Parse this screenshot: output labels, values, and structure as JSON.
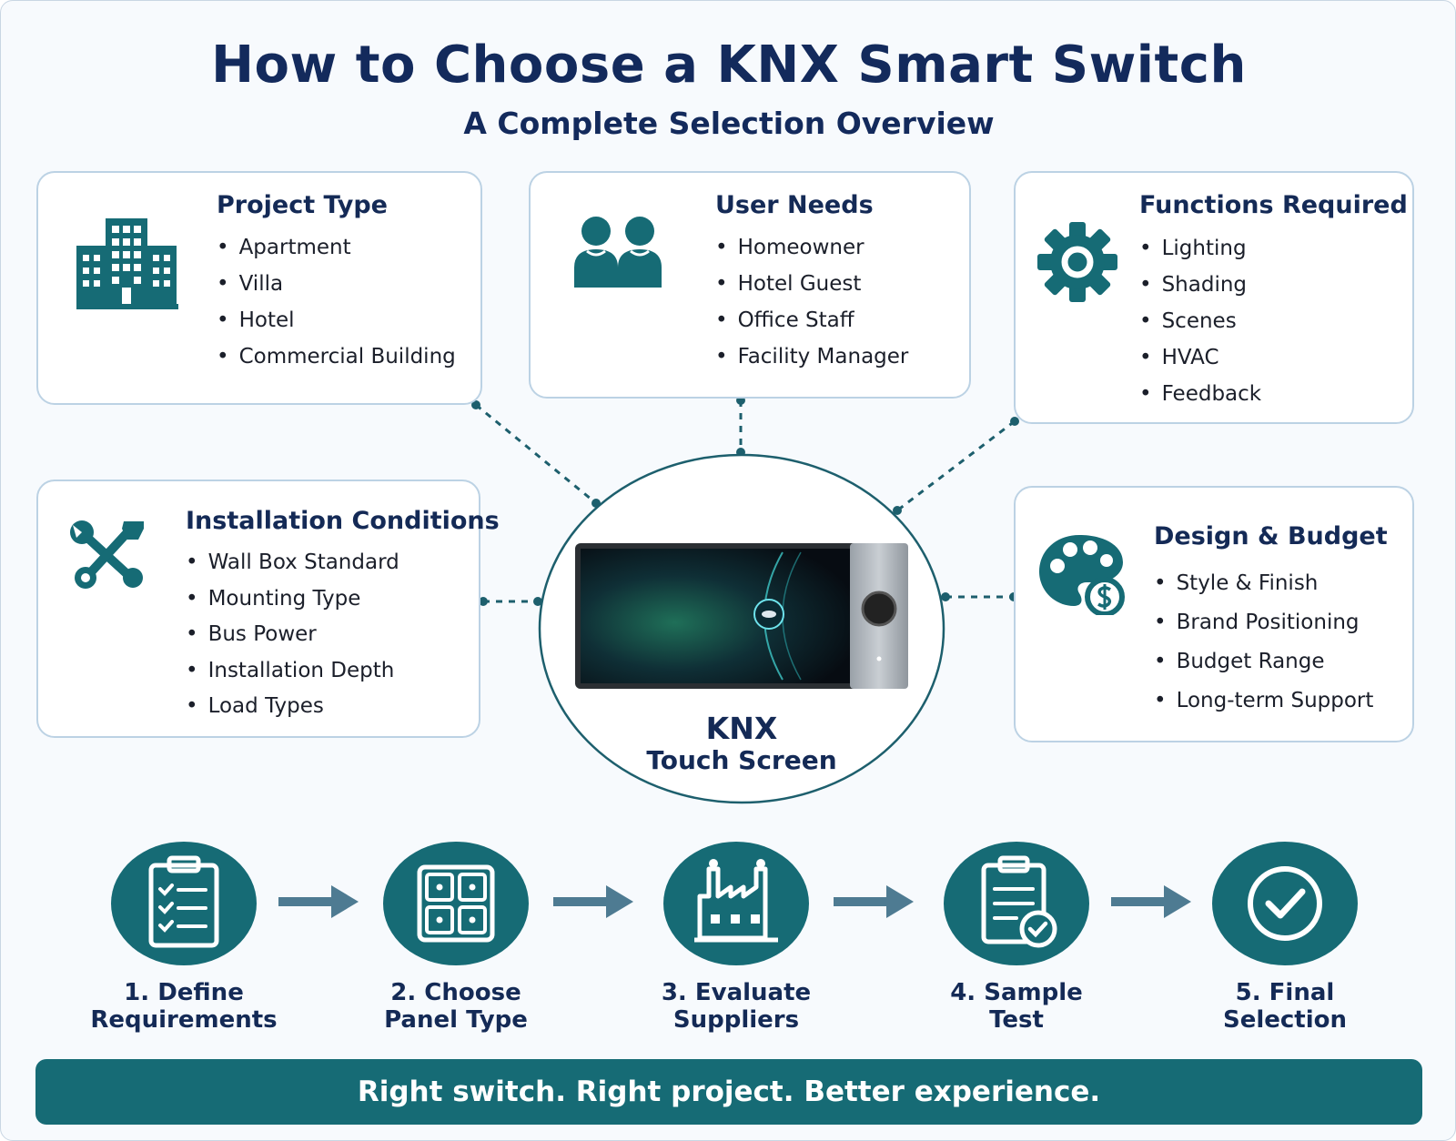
{
  "header": {
    "title": "How to Choose a KNX Smart Switch",
    "subtitle": "A Complete Selection Overview"
  },
  "cards": {
    "project": {
      "title": "Project Type",
      "icon": "buildings-icon",
      "items": [
        "Apartment",
        "Villa",
        "Hotel",
        "Commercial Building"
      ]
    },
    "user": {
      "title": "User Needs",
      "icon": "users-icon",
      "items": [
        "Homeowner",
        "Hotel Guest",
        "Office Staff",
        "Facility Manager"
      ]
    },
    "functions": {
      "title": "Functions Required",
      "icon": "gear-icon",
      "items": [
        "Lighting",
        "Shading",
        "Scenes",
        "HVAC",
        "Feedback"
      ]
    },
    "install": {
      "title": "Installation Conditions",
      "icon": "tools-icon",
      "items": [
        "Wall Box Standard",
        "Mounting Type",
        "Bus Power",
        "Installation Depth",
        "Load Types"
      ]
    },
    "design": {
      "title": "Design & Budget",
      "icon": "palette-budget-icon",
      "items": [
        "Style & Finish",
        "Brand Positioning",
        "Budget Range",
        "Long-term Support"
      ]
    }
  },
  "hub": {
    "title": "KNX",
    "subtitle": "Touch Screen"
  },
  "steps": [
    {
      "label_line1": "1. Define",
      "label_line2": "Requirements",
      "icon": "checklist-icon"
    },
    {
      "label_line1": "2. Choose",
      "label_line2": "Panel Type",
      "icon": "panel-grid-icon"
    },
    {
      "label_line1": "3. Evaluate",
      "label_line2": "Suppliers",
      "icon": "factory-icon"
    },
    {
      "label_line1": "4. Sample",
      "label_line2": "Test",
      "icon": "clipboard-check-icon"
    },
    {
      "label_line1": "5. Final",
      "label_line2": "Selection",
      "icon": "check-circle-icon"
    }
  ],
  "banner": {
    "text": "Right switch. Right project. Better experience."
  },
  "colors": {
    "navy": "#132a5c",
    "teal": "#166b75",
    "card_border": "#bcd2e4",
    "connector": "#1d5f6d",
    "arrow": "#4e7b92"
  }
}
